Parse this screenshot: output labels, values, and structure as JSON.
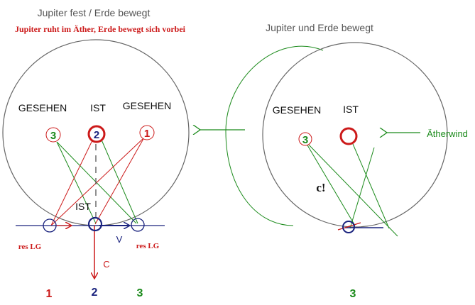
{
  "left": {
    "title": "Jupiter fest / Erde bewegt",
    "subtitle": "Jupiter ruht im Äther, Erde bewegt sich vorbei",
    "seen_left": "GESEHEN",
    "is_label": "IST",
    "seen_right": "GESEHEN",
    "num_3": "3",
    "num_2": "2",
    "num_1": "1",
    "ist_earth": "IST",
    "v_label": "V",
    "c_label": "C",
    "res_lg_left": "res LG",
    "res_lg_right": "res LG",
    "bottom_1": "1",
    "bottom_2": "2",
    "bottom_3": "3"
  },
  "right": {
    "title": "Jupiter und Erde bewegt",
    "seen": "GESEHEN",
    "is_label": "IST",
    "num_3": "3",
    "c_label": "c!",
    "aether_wind": "Ätherwind",
    "bottom_3": "3"
  },
  "colors": {
    "red": "#cc1a1a",
    "green": "#1a8a1a",
    "blue": "#1a237e",
    "gray": "#666666",
    "title_gray": "#555555"
  }
}
